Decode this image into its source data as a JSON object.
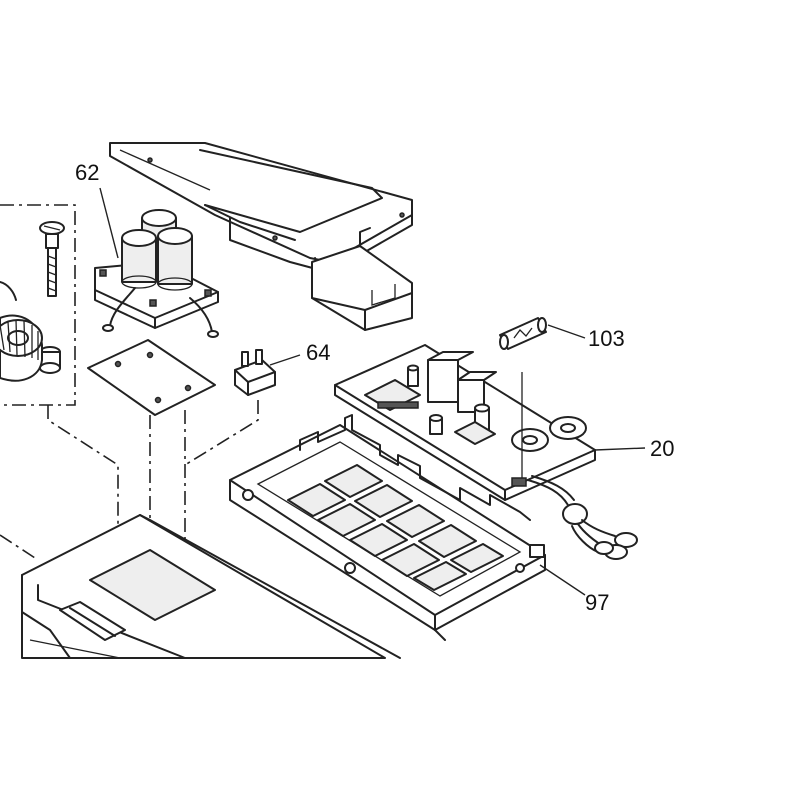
{
  "diagram": {
    "callouts": [
      {
        "id": "62",
        "text": "62"
      },
      {
        "id": "64",
        "text": "64"
      },
      {
        "id": "103",
        "text": "103"
      },
      {
        "id": "20",
        "text": "20"
      },
      {
        "id": "97",
        "text": "97"
      }
    ],
    "parts": [
      "front-panel-assembly",
      "capacitor-block",
      "insulator-sheet",
      "connector",
      "fuse",
      "power-supply-board",
      "board-holder-frame",
      "toroidal-transformer",
      "mounting-screw",
      "bottom-chassis"
    ]
  }
}
